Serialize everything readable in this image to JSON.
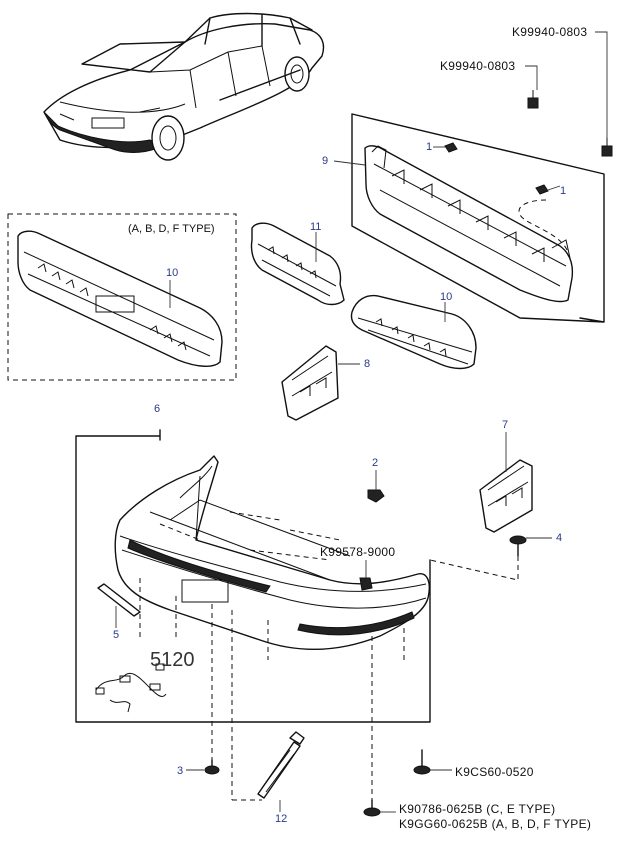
{
  "diagram": {
    "codes": {
      "k99940_top": "K99940-0803",
      "k99940_second": "K99940-0803",
      "k99578": "K99578-9000",
      "k9cs60": "K9CS60-0520",
      "k90786": "K90786-0625B (C, E  TYPE)",
      "k9gg60": "K9GG60-0625B (A, B, D, F  TYPE)"
    },
    "type_note": "(A, B, D, F  TYPE)",
    "group_ref": "5120",
    "part_numbers": {
      "p1a": "1",
      "p1b": "1",
      "p2": "2",
      "p3": "3",
      "p4": "4",
      "p5": "5",
      "p6": "6",
      "p7": "7",
      "p8": "8",
      "p9": "9",
      "p10a": "10",
      "p10b": "10",
      "p11": "11",
      "p12": "12"
    }
  }
}
